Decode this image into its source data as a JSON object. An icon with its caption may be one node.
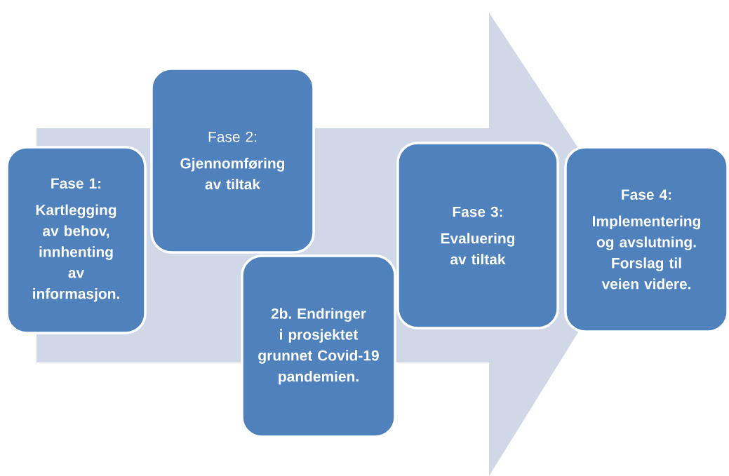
{
  "diagram": {
    "nodes": [
      {
        "text": [
          "Fase 1:",
          "Kartlegging av behov, innhenting av informasjon."
        ]
      },
      {
        "text": [
          "Fase 2:",
          "Gjennomføring av tiltak"
        ]
      },
      {
        "text": [
          "2b. Endringer i prosjektet grunnet Covid-19 pandemien."
        ]
      },
      {
        "text": [
          "Fase 3:",
          "Evaluering av tiltak"
        ]
      },
      {
        "text": [
          "Fase 4:",
          "Implementering og avslutning. Forslag til veien videre."
        ]
      }
    ],
    "edges": [
      {
        "from": 0,
        "to": 4,
        "arrow": "to"
      }
    ]
  }
}
